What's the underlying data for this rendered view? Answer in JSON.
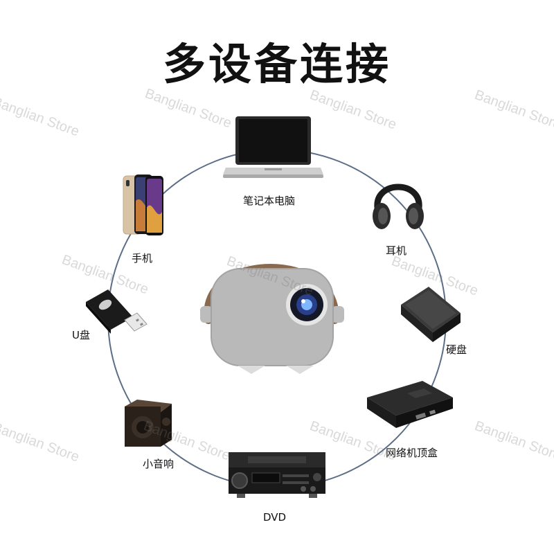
{
  "title": "多设备连接",
  "devices": {
    "laptop": "笔记本电脑",
    "headphones": "耳机",
    "harddisk": "硬盘",
    "settop": "网络机顶盒",
    "dvd": "DVD",
    "speaker": "小音响",
    "usb": "U盘",
    "phone": "手机"
  },
  "watermark": "Banglian Store",
  "colors": {
    "ring": "#5c6d86",
    "projector_fabric": "#b9b9b9",
    "handle": "#8a6a4f"
  }
}
